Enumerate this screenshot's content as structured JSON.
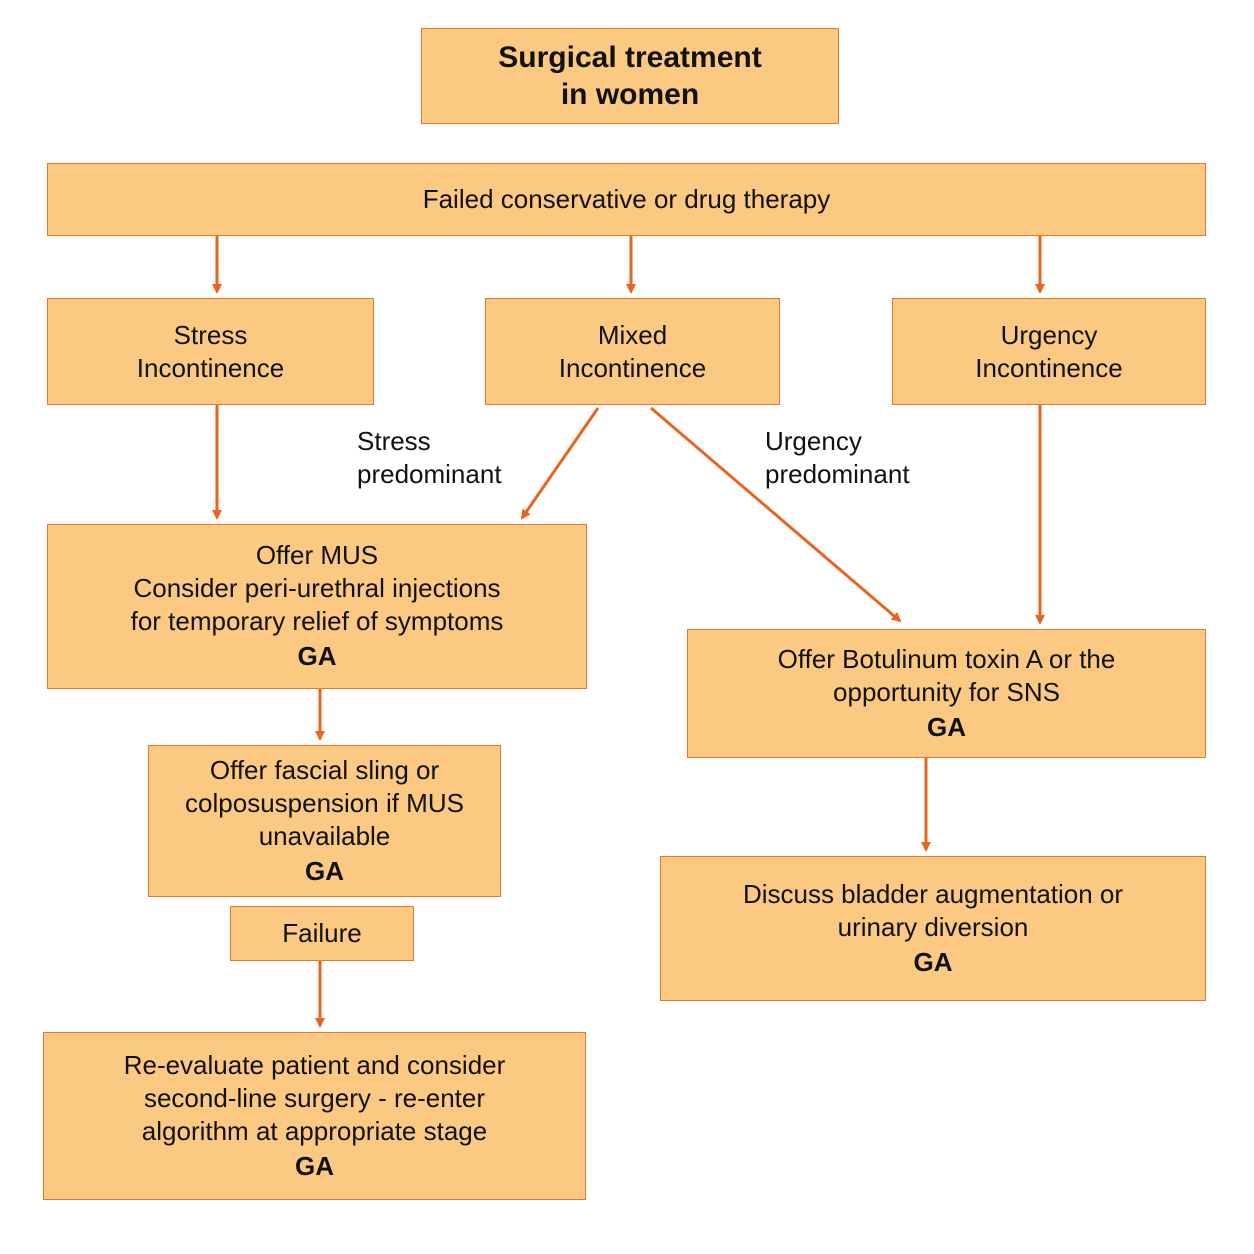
{
  "colors": {
    "box_fill": "#fbc981",
    "box_border": "#e8772e",
    "arrow": "#e8651e"
  },
  "title": {
    "line1": "Surgical treatment",
    "line2": "in women"
  },
  "failed": "Failed conservative or drug therapy",
  "stress": {
    "line1": "Stress",
    "line2": "Incontinence"
  },
  "mixed": {
    "line1": "Mixed",
    "line2": "Incontinence"
  },
  "urgency": {
    "line1": "Urgency",
    "line2": "Incontinence"
  },
  "stress_pred": {
    "line1": "Stress",
    "line2": "predominant"
  },
  "urgency_pred": {
    "line1": "Urgency",
    "line2": "predominant"
  },
  "mus": {
    "line1": "Offer MUS",
    "line2": "Consider peri-urethral injections",
    "line3": "for temporary relief of symptoms",
    "ga": "GA"
  },
  "botox": {
    "line1": "Offer Botulinum toxin A or the",
    "line2": "opportunity for SNS",
    "ga": "GA"
  },
  "fascial": {
    "line1": "Offer fascial sling or",
    "line2": "colposuspension if MUS",
    "line3": "unavailable",
    "ga": "GA"
  },
  "failure": "Failure",
  "bladder": {
    "line1": "Discuss bladder augmentation or",
    "line2": "urinary diversion",
    "ga": "GA"
  },
  "reevaluate": {
    "line1": "Re-evaluate patient and consider",
    "line2": "second-line surgery - re-enter",
    "line3": "algorithm at appropriate stage",
    "ga": "GA"
  }
}
